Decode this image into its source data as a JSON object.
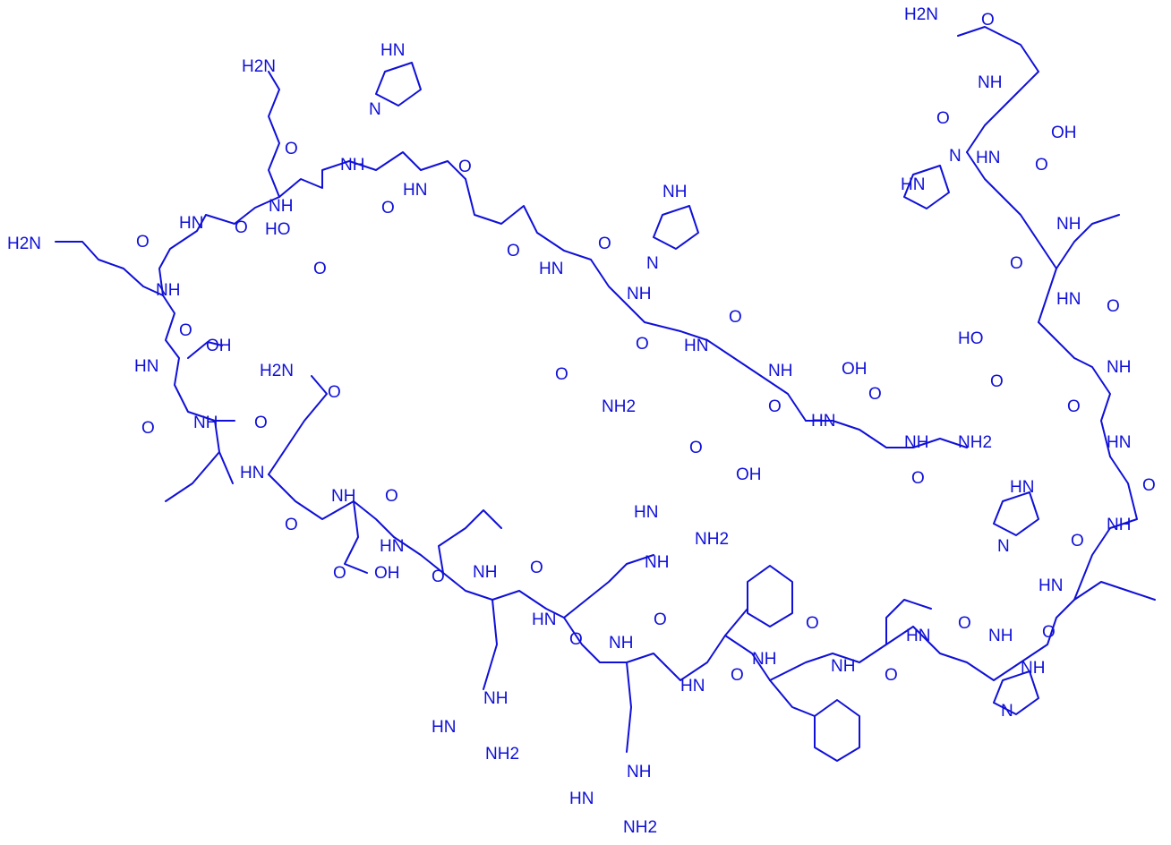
{
  "colors": {
    "ink": "#1010d8",
    "background": "#ffffff"
  },
  "labels": {
    "nh2_lys1": "H2N",
    "nh2_lys2": "H2N",
    "nh_his1": "HN",
    "n_his1": "N",
    "nh_a": "NH",
    "nh_b": "NH",
    "nh_c": "NH",
    "hn_a": "HN",
    "hn_b": "HN",
    "o_1": "O",
    "o_2": "O",
    "o_3": "O",
    "o_4": "O",
    "o_5": "O",
    "ho_1": "HO",
    "oh_1": "OH",
    "nh2_gln1": "H2N",
    "o_gln1": "O",
    "nh_d": "NH",
    "hn_c": "HN",
    "o_6": "O",
    "o_7": "O",
    "oh_asp": "OH",
    "nh_e": "NH",
    "hn_d": "HN",
    "nh_his2": "NH",
    "n_his2": "N",
    "o_8": "O",
    "o_9": "O",
    "nh2_gln2": "NH2",
    "hn_e": "HN",
    "o_10": "O",
    "oh_glu": "OH",
    "nh_f": "NH",
    "hn_f": "HN",
    "oh_ser2": "OH",
    "nh_g": "NH",
    "nh2_ala": "NH2",
    "o_11": "O",
    "o_12": "O",
    "h2n_top": "H2N",
    "o_top": "O",
    "nh_top": "NH",
    "oh_thr": "OH",
    "o_thr": "O",
    "hn_top2": "HN",
    "hn_his3": "HN",
    "n_his3": "N",
    "nh_h": "NH",
    "o_13": "O",
    "hn_g": "HN",
    "o_14": "O",
    "ho_glu2": "HO",
    "o_15": "O",
    "nh_i": "NH",
    "o_16": "O",
    "hn_h": "HN",
    "o_17": "O",
    "nh_j": "NH",
    "o_18": "O",
    "hn_i": "HN",
    "o_19": "O",
    "hn_his4": "HN",
    "n_his4": "N",
    "nh_k": "NH",
    "o_20": "O",
    "o_21": "O",
    "nh_l": "NH",
    "nh_his5": "NH",
    "n_his5": "N",
    "hn_j": "HN",
    "o_22": "O",
    "nh_m": "NH",
    "o_23": "O",
    "hn_k": "HN",
    "o_24": "O",
    "nh_n": "NH",
    "o_25": "O",
    "nh_o": "NH",
    "o_26": "O",
    "hn_l": "HN",
    "nh_p": "NH",
    "nh2_arg1": "NH2",
    "hn_arg1": "HN",
    "nh_arg1b": "NH",
    "hn_arg2": "HN",
    "nh2_arg2": "NH2",
    "nh_arg2b": "NH",
    "hn_arg3": "HN",
    "nh2_arg3": "NH2",
    "nh_arg3b": "NH",
    "o_27": "O",
    "nh_q": "NH",
    "hn_m": "HN",
    "o_28": "O",
    "hn_n": "HN",
    "o_29": "O"
  }
}
